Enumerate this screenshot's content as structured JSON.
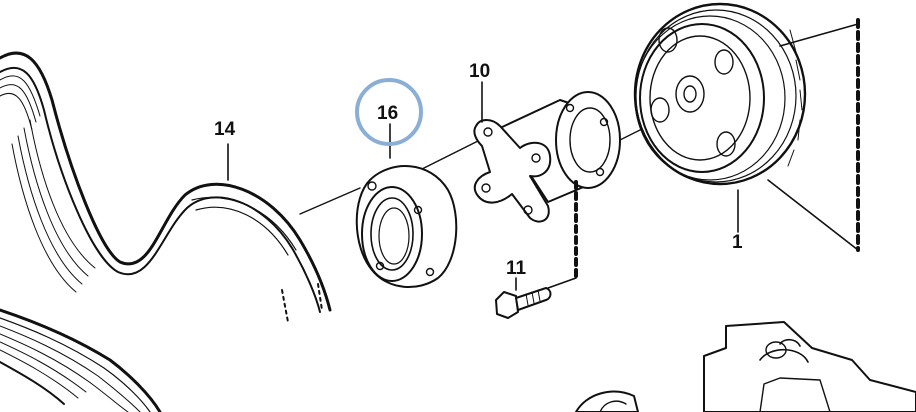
{
  "callouts": {
    "c1": "1",
    "c10": "10",
    "c11": "11",
    "c14": "14",
    "c16": "16"
  },
  "highlight_color": "#8aaed6"
}
